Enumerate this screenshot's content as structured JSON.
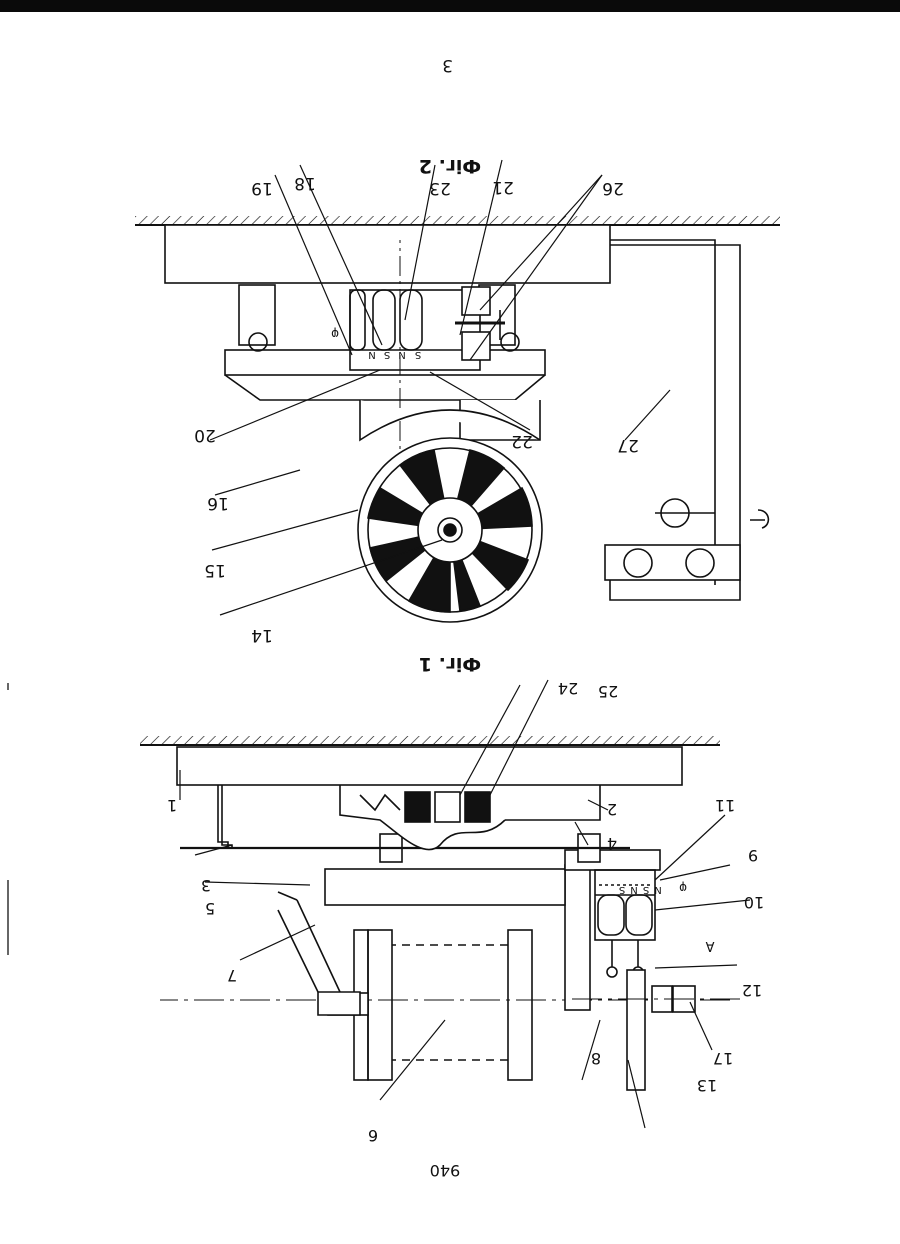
{
  "document": {
    "page_marker": "3",
    "page_footer": "940",
    "figure_captions": [
      "Фіг. 2",
      "Фіг. 1"
    ]
  },
  "figure2": {
    "caption": "Фіг. 2",
    "labels": [
      "19",
      "18",
      "23",
      "21",
      "26",
      "20",
      "22",
      "27",
      "16",
      "15",
      "14"
    ],
    "pole_marks": [
      "N",
      "S",
      "N",
      "S"
    ],
    "phi_mark": "φ"
  },
  "figure1": {
    "caption": "Фіг. 1",
    "labels": [
      "24",
      "25",
      "1",
      "2",
      "11",
      "4",
      "9",
      "3",
      "5",
      "10",
      "7",
      "12",
      "8",
      "17",
      "13",
      "6"
    ],
    "pole_marks": [
      "S",
      "N",
      "S",
      "N"
    ],
    "phi_mark": "φ",
    "view_mark": "A"
  },
  "colors": {
    "ink": "#111111",
    "paper": "#ffffff",
    "top_bar": "#0a0a0a"
  }
}
